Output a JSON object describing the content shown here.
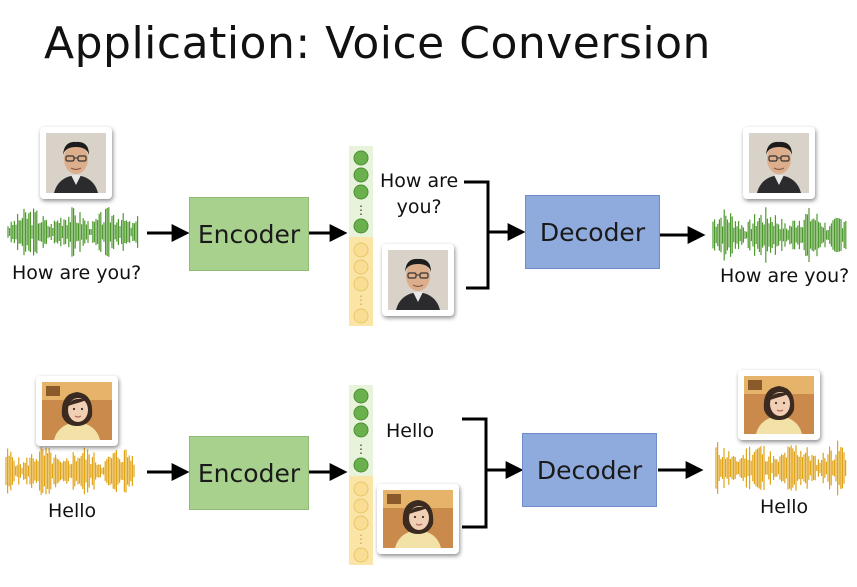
{
  "slide": {
    "title": "Application: Voice Conversion"
  },
  "row_top": {
    "input_speech_text": "How are you?",
    "encoder_label": "Encoder",
    "content_text": "How are\nyou?",
    "decoder_label": "Decoder",
    "output_speech_text": "How are you?",
    "waveform_color": "#4e9a2e"
  },
  "row_bottom": {
    "input_speech_text": "Hello",
    "encoder_label": "Encoder",
    "content_text": "Hello",
    "decoder_label": "Decoder",
    "output_speech_text": "Hello",
    "waveform_color": "#e0a418"
  },
  "colors": {
    "encoder_fill": "#a9d18e",
    "decoder_fill": "#8faadc",
    "content_code": "#6ab04c",
    "speaker_code": "#fbe5a6"
  }
}
